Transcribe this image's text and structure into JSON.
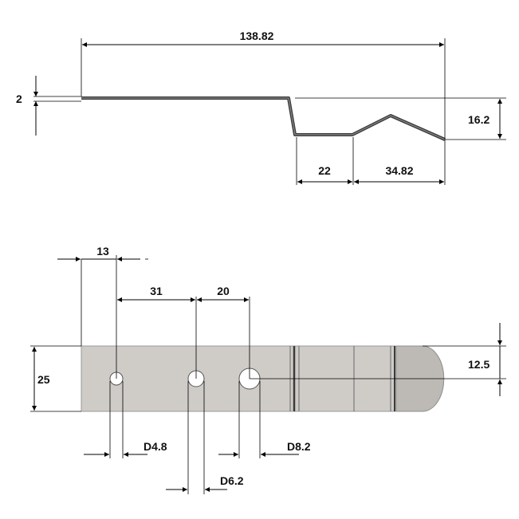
{
  "views": {
    "side": {
      "dims": {
        "overall_length": "138.82",
        "thickness": "2",
        "height": "16.2",
        "flat_segment": "22",
        "end_segment": "34.82"
      }
    },
    "top": {
      "dims": {
        "first_hole_offset": "13",
        "hole_spacing_1": "31",
        "hole_spacing_2": "20",
        "width": "25",
        "half_width": "12.5",
        "hole_1_diameter": "D4.8",
        "hole_2_diameter": "D6.2",
        "hole_3_diameter": "D8.2"
      }
    }
  },
  "colors": {
    "plate_fill": "#cfccc8",
    "plate_end_fill": "#bdbab6",
    "profile_fill": "#4a4a4a",
    "line": "#000000"
  }
}
